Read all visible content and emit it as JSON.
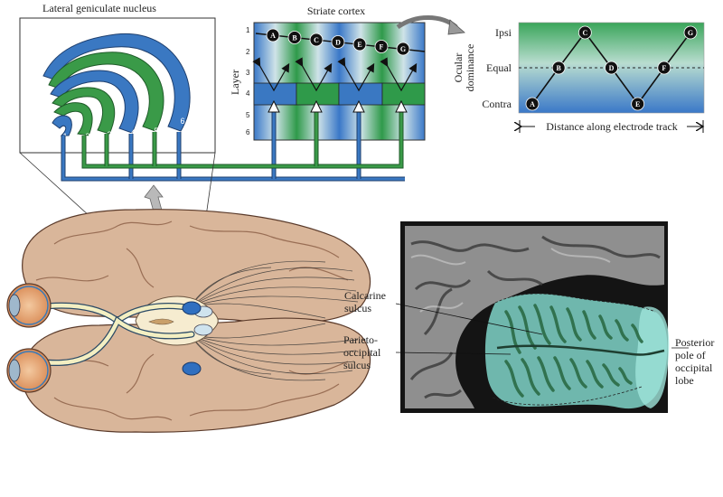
{
  "lgn": {
    "title": "Lateral geniculate nucleus",
    "layers": [
      "1",
      "2",
      "3",
      "4",
      "5",
      "6"
    ]
  },
  "cortex": {
    "title": "Striate cortex",
    "layer_axis_label": "Layer",
    "layer_numbers": [
      "1",
      "2",
      "3",
      "4",
      "5",
      "6"
    ],
    "electrode_points": [
      "A",
      "B",
      "C",
      "D",
      "E",
      "F",
      "G"
    ]
  },
  "graph": {
    "y_axis_title_line1": "Ocular",
    "y_axis_title_line2": "dominance",
    "y_ticks": [
      "Ipsi",
      "Equal",
      "Contra"
    ],
    "x_axis_label": "Distance along electrode track",
    "points": [
      {
        "label": "A",
        "level": "Contra"
      },
      {
        "label": "B",
        "level": "Equal"
      },
      {
        "label": "C",
        "level": "Ipsi"
      },
      {
        "label": "D",
        "level": "Equal"
      },
      {
        "label": "E",
        "level": "Contra"
      },
      {
        "label": "F",
        "level": "Equal"
      },
      {
        "label": "G",
        "level": "Ipsi"
      }
    ]
  },
  "photo": {
    "label_calcarine_1": "Calcarine",
    "label_calcarine_2": "sulcus",
    "label_parieto_1": "Parieto-",
    "label_parieto_2": "occipital",
    "label_parieto_3": "sulcus",
    "label_pole_1": "Posterior",
    "label_pole_2": "pole of",
    "label_pole_3": "occipital",
    "label_pole_4": "lobe"
  },
  "colors": {
    "blue": "#3a78c2",
    "green": "#3a9a48",
    "teal": "#7fd3c8"
  }
}
